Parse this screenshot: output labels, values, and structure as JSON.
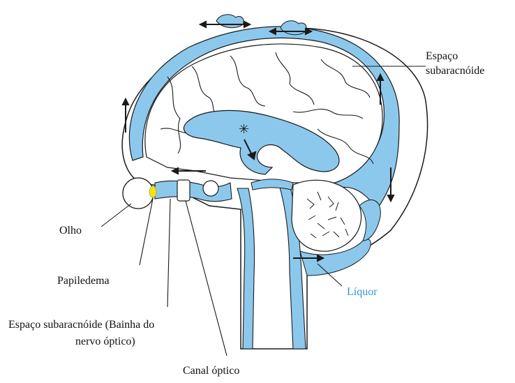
{
  "labels": {
    "espaco_1": "Espaço",
    "espaco_2": "subaracnóide",
    "olho": "Olho",
    "papiledema": "Papiledema",
    "liquor": "Líquor",
    "bainha_1": "Espaço subaracnóide (Bainha  do",
    "bainha_2": "nervo óptico)",
    "canal": "Canal óptico"
  },
  "colors": {
    "csf": "#8cc8ec",
    "liquor_label": "#2b9ad6",
    "papilledema": "#f2e21a",
    "outline": "#1a1a1a"
  }
}
